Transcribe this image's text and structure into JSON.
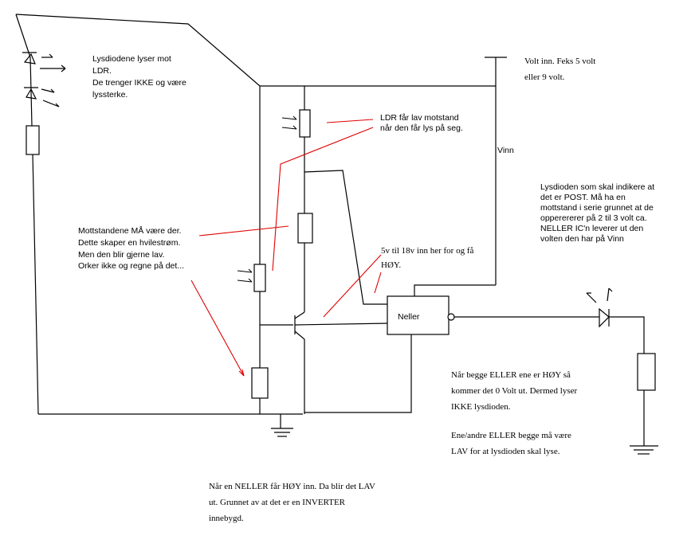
{
  "colors": {
    "wire": "#000000",
    "annotation": "#e00000",
    "background": "#ffffff"
  },
  "notes": {
    "led_emit": [
      "Lysdiodene lyser mot",
      "LDR.",
      "De trenger IKKE og være",
      "lyssterke."
    ],
    "vin_top": [
      "Volt inn. Feks 5 volt",
      "eller 9 volt."
    ],
    "ldr": [
      "LDR får lav motstand",
      "når den får lys på seg."
    ],
    "vinn": "Vinn",
    "led_post": [
      "Lysdioden som skal indikere at",
      "det er POST. Må ha en",
      "mottstand i serie grunnet at de",
      "opperererer på 2 til 3 volt ca.",
      "NELLER IC'n leverer ut den",
      "volten den har på Vinn"
    ],
    "resistors": [
      "Mottstandene MÅ være der.",
      "Dette skaper en hvilestrøm.",
      "Men den blir gjerne lav.",
      "Orker ikke og regne på det..."
    ],
    "input_5_18": [
      "5v til 18v inn her for og få",
      "HØY."
    ],
    "gate_label": "Neller",
    "both_high": [
      "Når begge ELLER ene er HØY så",
      "kommer det 0 Volt ut. Dermed lyser",
      "IKKE lysdioden."
    ],
    "both_low": [
      "Ene/andre ELLER begge må være",
      "LAV for at lysdioden skal lyse."
    ],
    "bottom": [
      "Når en NELLER får HØY inn. Da blir det LAV",
      "ut. Grunnet av at det er en INVERTER",
      "innebygd."
    ]
  }
}
